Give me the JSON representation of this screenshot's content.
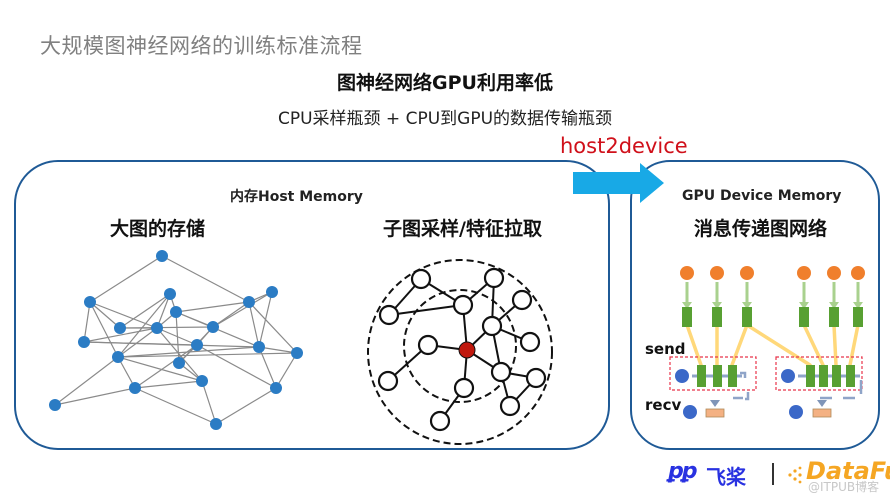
{
  "slide": {
    "title": "大规模图神经网络的训练标准流程",
    "headline": "图神经网络GPU利用率低",
    "subline": "CPU采样瓶颈 + CPU到GPU的数据传输瓶颈",
    "transfer_label": "host2device",
    "accent_color": "#1f5a96",
    "arrow_color": "#18a9e6",
    "highlight_color": "#d0101a"
  },
  "host_panel": {
    "label": "内存Host Memory",
    "left_section": {
      "title": "大图的存储",
      "node_color": "#2b7cc4",
      "edge_color": "#8a8a8a"
    },
    "right_section": {
      "title": "子图采样/特征拉取",
      "center_node_color": "#c0180e",
      "ring_count": 2
    }
  },
  "gpu_panel": {
    "label": "GPU Device Memory",
    "title": "消息传递图网络",
    "send_label": "send",
    "recv_label": "recv",
    "source_node_color": "#f07f2c",
    "message_block_color": "#58a032",
    "edge_arrow_color": "#a9d18e",
    "aggregate_arrow_color": "#ffd87a",
    "target_node_color": "#3b68c8",
    "recv_block_color": "#f4b183",
    "send_box_color": "#e8344a"
  },
  "footer": {
    "logo_paddle_mark": "ꝑꝑ",
    "logo_paddle_text": "飞桨",
    "logo_datafun_text": "DataFun",
    "watermark": "@ITPUB博客"
  }
}
